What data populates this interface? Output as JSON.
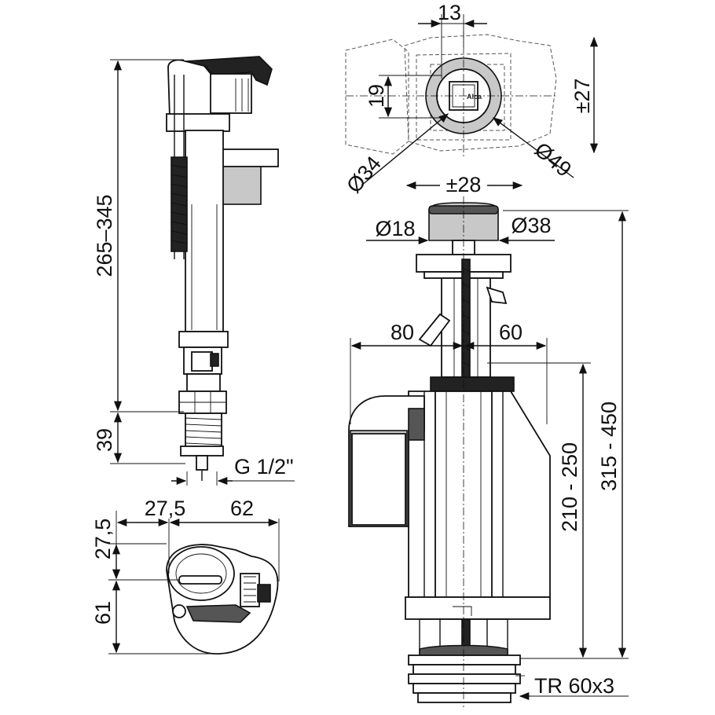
{
  "dimensions": {
    "fill_valve_height": "265–345",
    "thread_height": "39",
    "thread": "G 1/2\"",
    "top_offset_x": "27,5",
    "top_width": "62",
    "top_offset_y": "27,5",
    "top_depth": "61",
    "button_hole": "13",
    "button_height": "19",
    "adjust_vertical": "±27",
    "inner_diameter": "Ø34",
    "outer_diameter": "Ø49",
    "adjust_horizontal": "±28",
    "stem_diameter": "Ø18",
    "button_diameter": "Ø38",
    "left_reach": "80",
    "right_reach": "60",
    "overflow_height": "210 - 250",
    "flush_valve_height": "315 - 450",
    "base_thread": "TR 60x3"
  },
  "brand": "Alca"
}
